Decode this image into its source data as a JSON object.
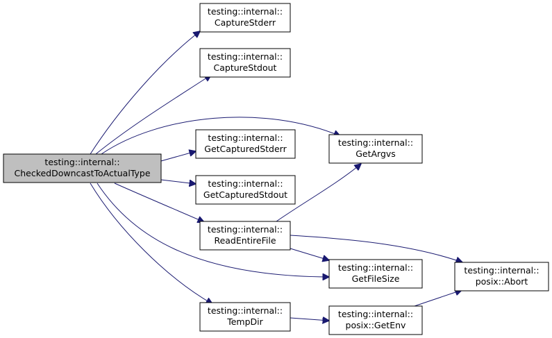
{
  "graph": {
    "nodes": {
      "root": {
        "line1": "testing::internal::",
        "line2": "CheckedDowncastToActualType"
      },
      "capture_stderr": {
        "line1": "testing::internal::",
        "line2": "CaptureStderr"
      },
      "capture_stdout": {
        "line1": "testing::internal::",
        "line2": "CaptureStdout"
      },
      "get_captured_stderr": {
        "line1": "testing::internal::",
        "line2": "GetCapturedStderr"
      },
      "get_captured_stdout": {
        "line1": "testing::internal::",
        "line2": "GetCapturedStdout"
      },
      "read_entire_file": {
        "line1": "testing::internal::",
        "line2": "ReadEntireFile"
      },
      "temp_dir": {
        "line1": "testing::internal::",
        "line2": "TempDir"
      },
      "get_argvs": {
        "line1": "testing::internal::",
        "line2": "GetArgvs"
      },
      "get_file_size": {
        "line1": "testing::internal::",
        "line2": "GetFileSize"
      },
      "posix_get_env": {
        "line1": "testing::internal::",
        "line2": "posix::GetEnv"
      },
      "posix_abort": {
        "line1": "testing::internal::",
        "line2": "posix::Abort"
      }
    },
    "edges": [
      {
        "from": "root",
        "to": "capture_stderr"
      },
      {
        "from": "root",
        "to": "capture_stdout"
      },
      {
        "from": "root",
        "to": "get_argvs"
      },
      {
        "from": "root",
        "to": "get_captured_stderr"
      },
      {
        "from": "root",
        "to": "get_captured_stdout"
      },
      {
        "from": "root",
        "to": "read_entire_file"
      },
      {
        "from": "root",
        "to": "get_file_size"
      },
      {
        "from": "root",
        "to": "temp_dir"
      },
      {
        "from": "read_entire_file",
        "to": "get_argvs"
      },
      {
        "from": "read_entire_file",
        "to": "get_file_size"
      },
      {
        "from": "read_entire_file",
        "to": "posix_abort"
      },
      {
        "from": "temp_dir",
        "to": "posix_get_env"
      },
      {
        "from": "posix_get_env",
        "to": "posix_abort"
      }
    ]
  }
}
